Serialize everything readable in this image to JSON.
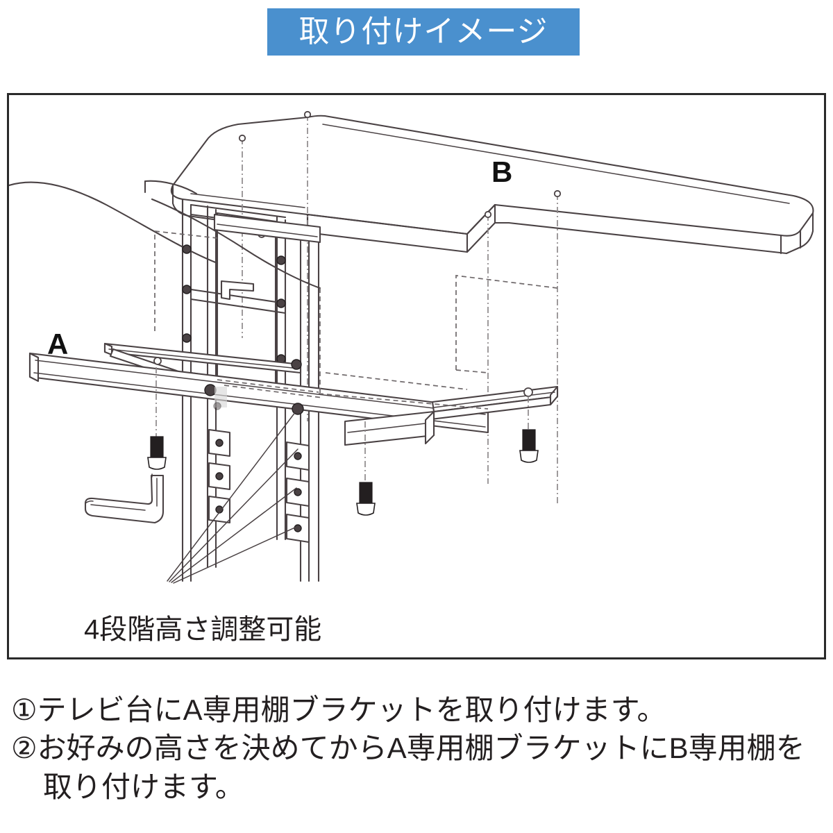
{
  "banner": {
    "title": "取り付けイメージ",
    "background_color": "#4a90ce",
    "text_color": "#ffffff"
  },
  "diagram": {
    "frame_color": "#2a2a2a",
    "line_color": "#4a4244",
    "background_color": "#ffffff",
    "labels": {
      "bracket_label": "A",
      "shelf_label": "B"
    },
    "caption": "4段階高さ調整可能",
    "parts": {
      "shelf_board": "B専用棚 (shelf board)",
      "bracket_arm": "A専用棚ブラケット (shelf bracket)",
      "hex_key": "hex-key-icon",
      "bolts": "bolt-icon",
      "tv_stand_post": "TV stand vertical post",
      "adjust_holes_count": 4
    }
  },
  "instructions": [
    {
      "text": "①テレビ台にA専用棚ブラケットを取り付けます。",
      "indent": false
    },
    {
      "text": "②お好みの高さを決めてからA専用棚ブラケットにB専用棚を",
      "indent": false
    },
    {
      "text": "取り付けます。",
      "indent": true
    }
  ]
}
